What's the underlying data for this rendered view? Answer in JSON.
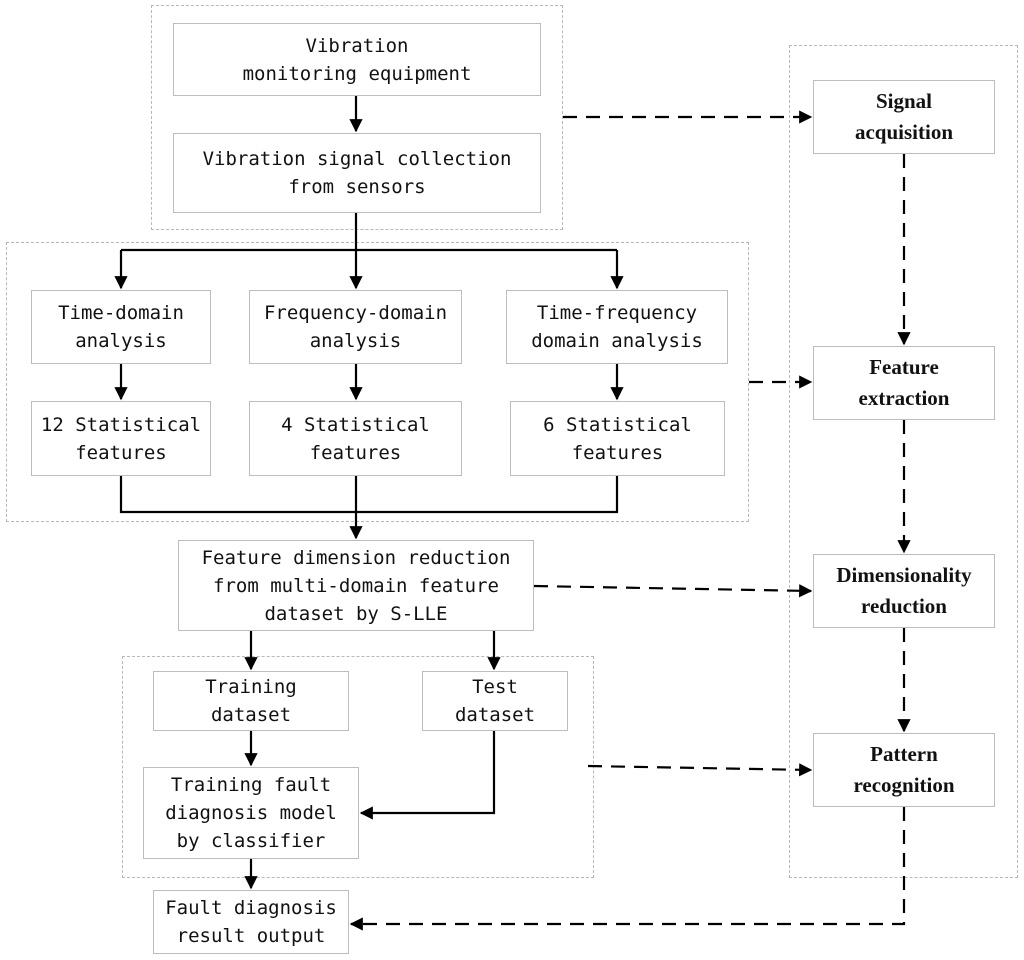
{
  "nodes": {
    "vibration_equipment": "Vibration\nmonitoring equipment",
    "signal_collection": "Vibration signal collection\nfrom sensors",
    "time_domain": "Time-domain\nanalysis",
    "frequency_domain": "Frequency-domain\nanalysis",
    "time_frequency": "Time-frequency\ndomain analysis",
    "features_12": "12 Statistical\nfeatures",
    "features_4": "4 Statistical\nfeatures",
    "features_6": "6 Statistical\nfeatures",
    "dimension_reduction": "Feature  dimension reduction\nfrom multi-domain feature\ndataset by S-LLE",
    "training_dataset": "Training\ndataset",
    "test_dataset": "Test\ndataset",
    "training_model": "Training fault\ndiagnosis model\nby classifier",
    "result_output": "Fault diagnosis\nresult output"
  },
  "stages": {
    "signal_acquisition": "Signal\nacquisition",
    "feature_extraction": "Feature\nextraction",
    "dimensionality_reduction": "Dimensionality\nreduction",
    "pattern_recognition": "Pattern\nrecognition"
  }
}
